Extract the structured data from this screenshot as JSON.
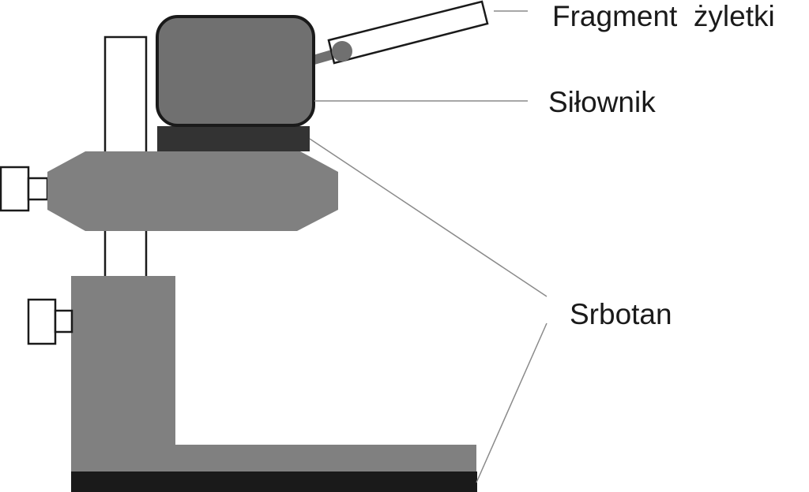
{
  "labels": {
    "blade": "Fragment  żyletki",
    "actuator": "Siłownik",
    "stand": "Srbotan"
  },
  "colors": {
    "background": "#ffffff",
    "body_gray": "#808080",
    "actuator_gray": "#707070",
    "dark_base": "#333333",
    "black_base": "#1a1a1a",
    "outline": "#1a1a1a",
    "leader_line": "#8a8a8a"
  }
}
